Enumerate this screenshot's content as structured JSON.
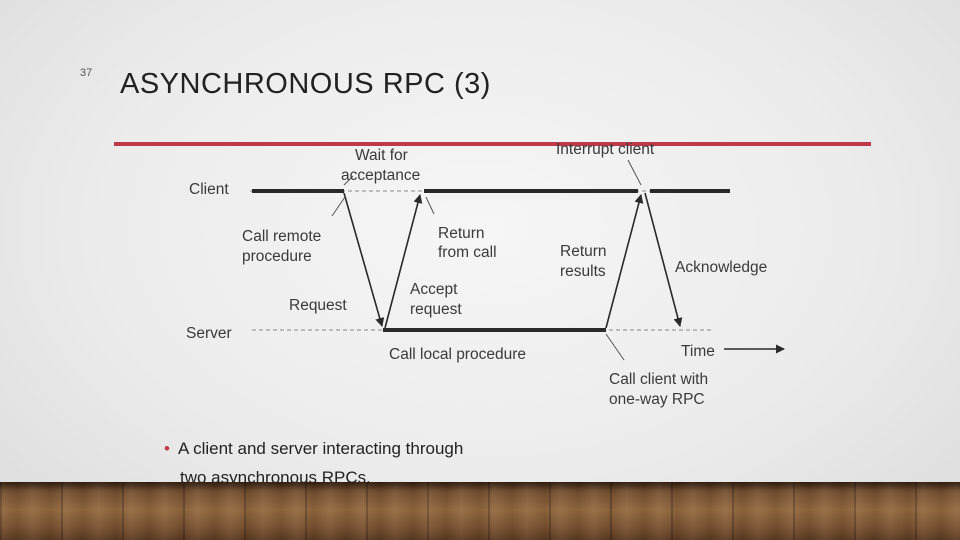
{
  "slide": {
    "number": "37",
    "title": "ASYNCHRONOUS RPC (3)"
  },
  "diagram": {
    "lanes": {
      "client": "Client",
      "server": "Server"
    },
    "labels": {
      "wait_line1": "Wait for",
      "wait_line2": "acceptance",
      "interrupt": "Interrupt client",
      "call_line1": "Call remote",
      "call_line2": "procedure",
      "return_call_line1": "Return",
      "return_call_line2": "from call",
      "return_results_line1": "Return",
      "return_results_line2": "results",
      "acknowledge": "Acknowledge",
      "request": "Request",
      "accept_line1": "Accept",
      "accept_line2": "request",
      "call_local": "Call local procedure",
      "time": "Time",
      "call_client_line1": "Call client with",
      "call_client_line2": "one-way RPC"
    },
    "colors": {
      "line": "#2a2a2a",
      "label": "#3a3a3a"
    }
  },
  "bullet": {
    "line1": "A client and server interacting through",
    "line2": "two asynchronous RPCs."
  },
  "accent": "#c0394a"
}
